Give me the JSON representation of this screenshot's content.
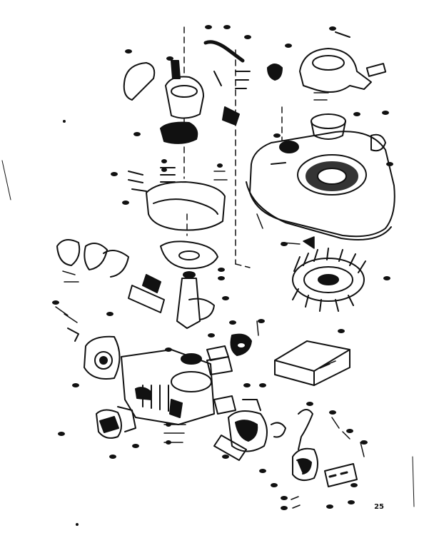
{
  "diagram": {
    "kind": "exploded-parts-view",
    "ink_color": "#111111",
    "paper_color": "#ffffff",
    "page_number": "25",
    "parts": [
      "carburetor",
      "air-filter-cover",
      "blower-housing",
      "flywheel",
      "starter-cup",
      "cylinder",
      "muffler",
      "crankcase-gasket",
      "recoil-starter",
      "ignition-module",
      "gasket-set-package",
      "fuel-line",
      "governor-link",
      "choke-lever"
    ]
  }
}
